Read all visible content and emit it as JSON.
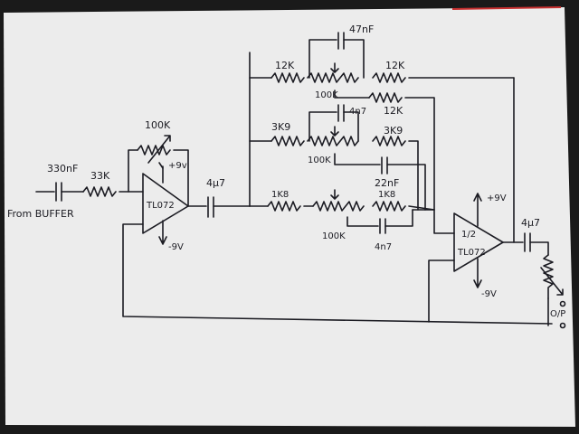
{
  "colors": {
    "paper": "#ececec",
    "ink": "#1b1b22",
    "background": "#1a1a1a",
    "marker_red": "#c83030"
  },
  "labels": {
    "from_buffer": "From BUFFER",
    "c_input": "330nF",
    "r_input": "33K",
    "pot_feedback": "100K",
    "opamp1_label": "TL072",
    "opamp1_supply_pos": "+9v",
    "opamp1_supply_neg": "-9V",
    "c_coupling1": "4μ7",
    "c_top": "47nF",
    "r_top_left": "12K",
    "r_top_right": "12K",
    "pot_top": "100K",
    "r_top_lower": "12K",
    "c_mid": "4n7",
    "r_mid_left": "3K9",
    "r_mid_right": "3K9",
    "pot_mid": "100K",
    "c_mid_lower": "22nF",
    "r_low_left": "1K8",
    "r_low_right": "1K8",
    "pot_low": "100K",
    "c_low": "4n7",
    "opamp2_half": "1/2",
    "opamp2_label": "TL072",
    "opamp2_supply_pos": "+9V",
    "opamp2_supply_neg": "-9V",
    "c_coupling2": "4μ7",
    "output": "O/P"
  }
}
